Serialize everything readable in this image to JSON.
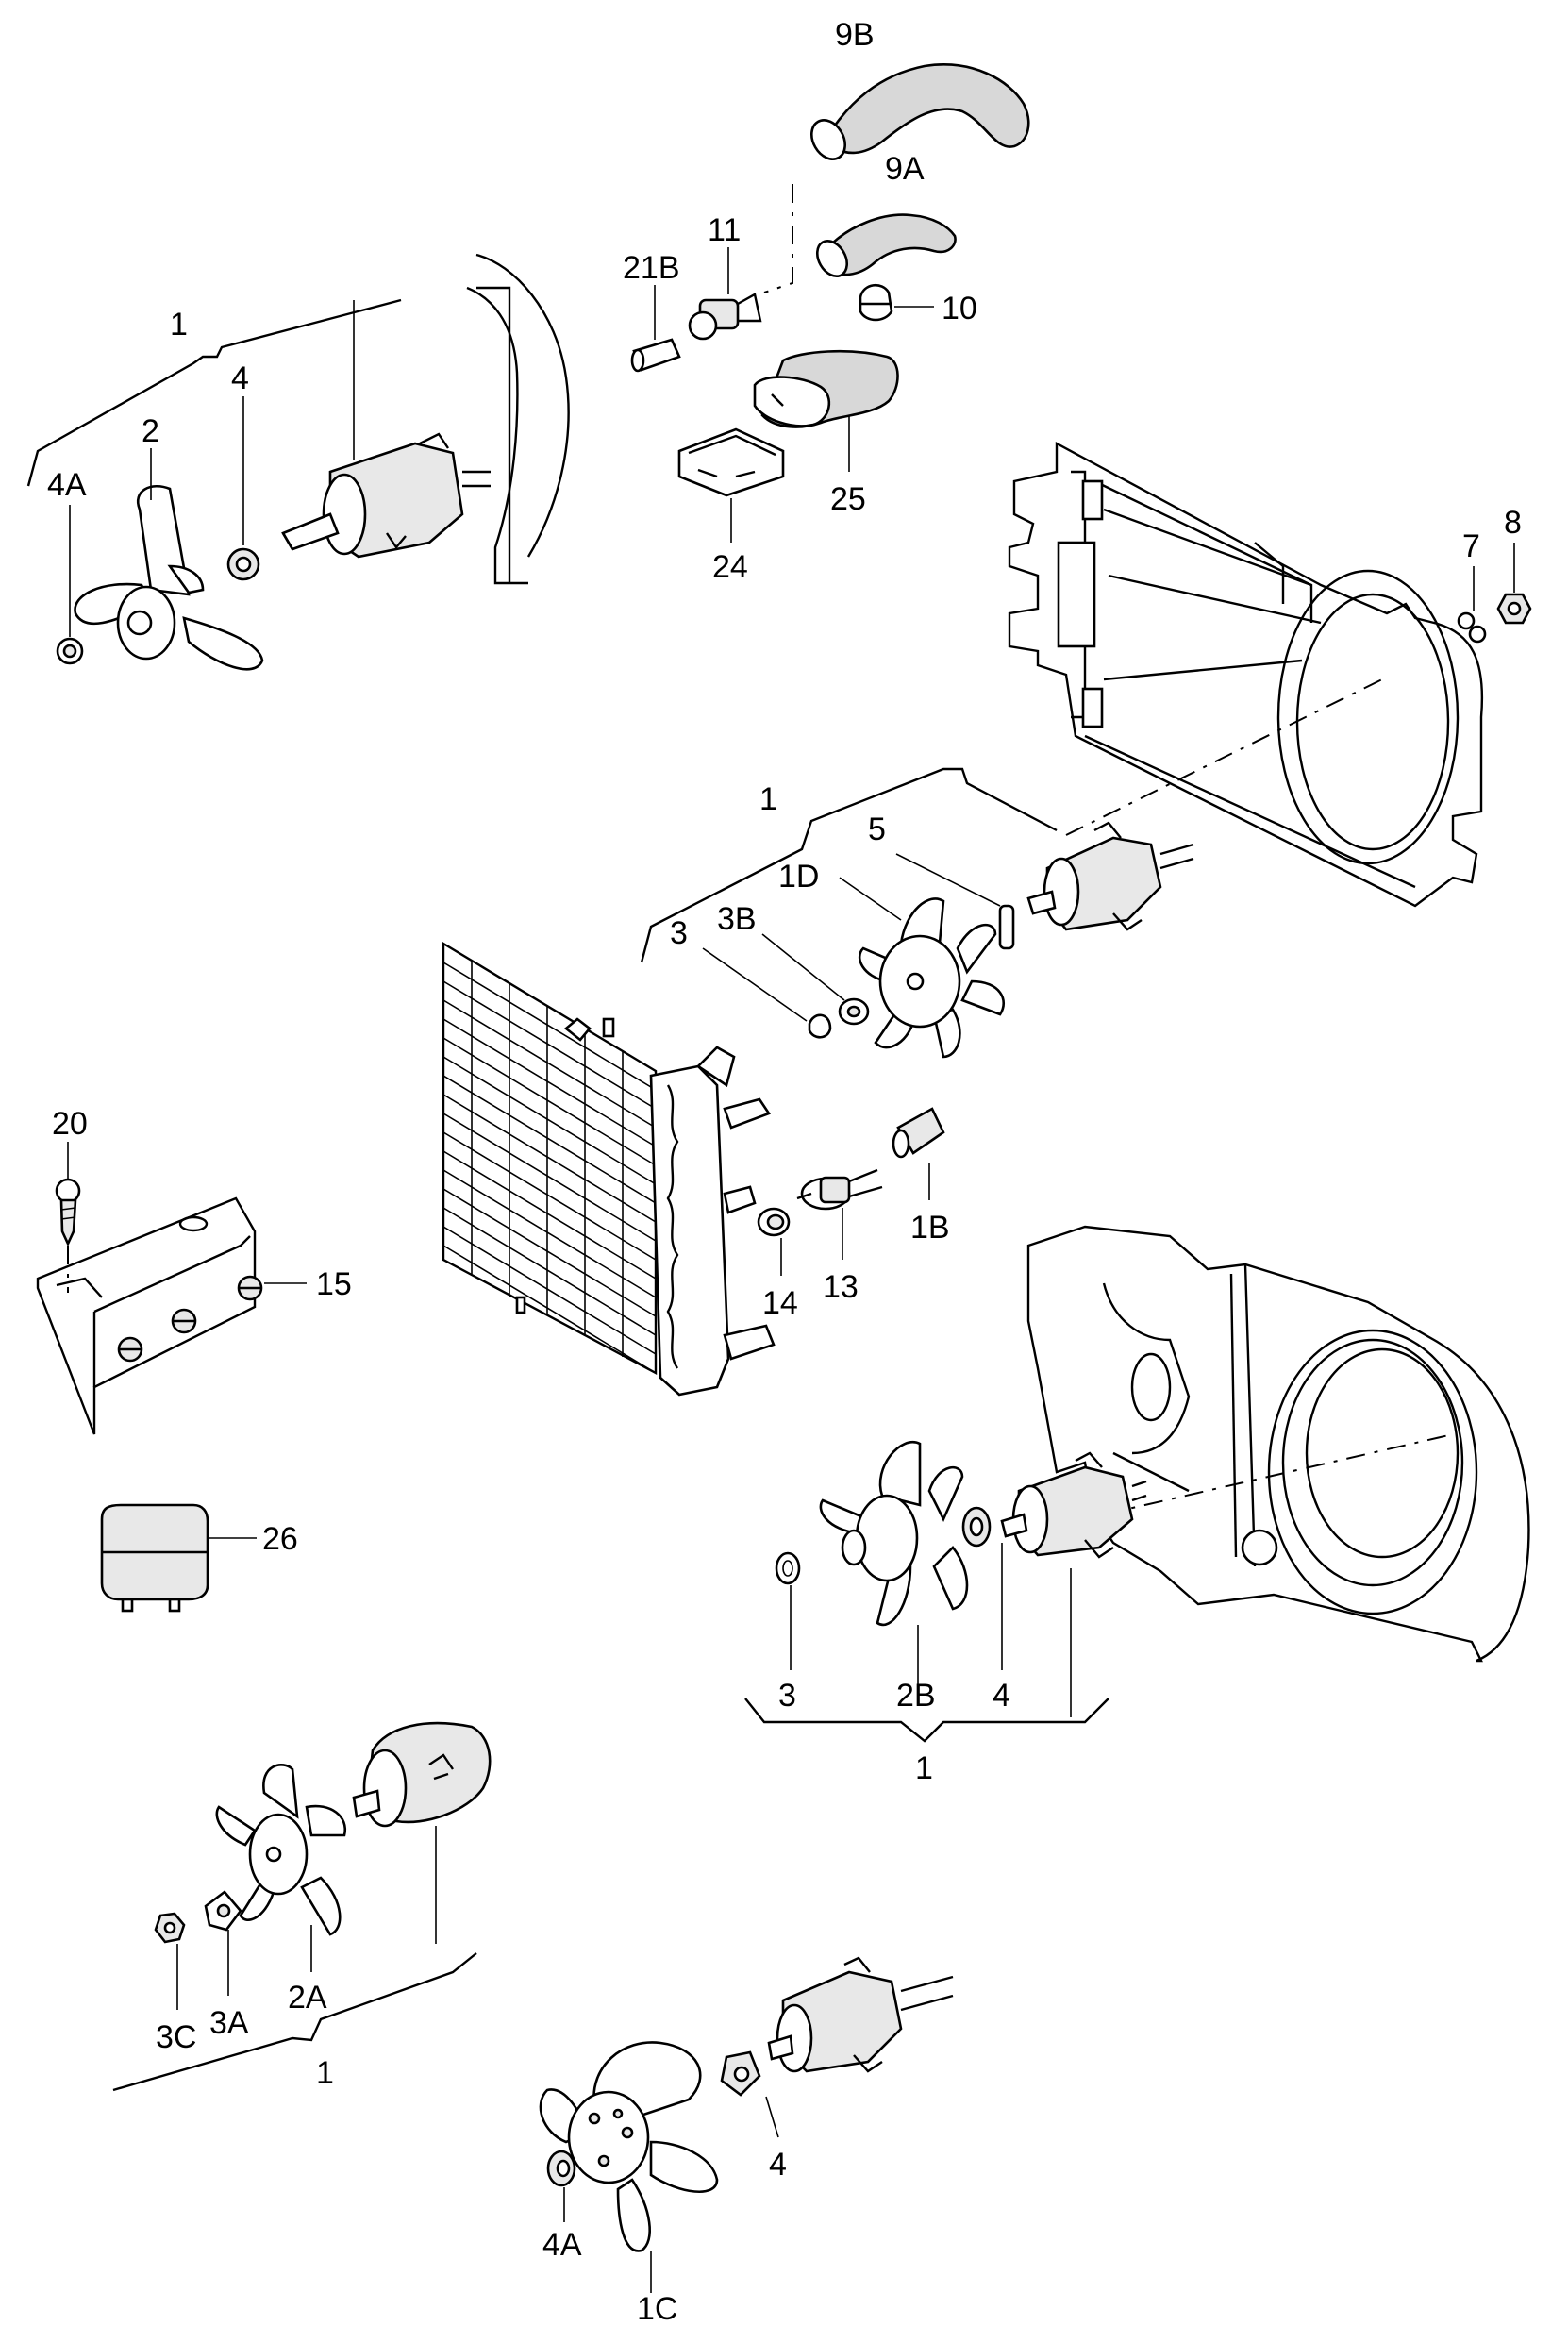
{
  "labels": {
    "l_9B": "9B",
    "l_9A": "9A",
    "l_11": "11",
    "l_21B": "21B",
    "l_10": "10",
    "l_1_top": "1",
    "l_4_top": "4",
    "l_2": "2",
    "l_4A_top": "4A",
    "l_25": "25",
    "l_24": "24",
    "l_7": "7",
    "l_8": "8",
    "l_1_mid": "1",
    "l_5": "5",
    "l_1D": "1D",
    "l_3B": "3B",
    "l_3_mid": "3",
    "l_20": "20",
    "l_15": "15",
    "l_1B": "1B",
    "l_13": "13",
    "l_14": "14",
    "l_26": "26",
    "l_3_low": "3",
    "l_2B": "2B",
    "l_4_low": "4",
    "l_1_low": "1",
    "l_3C": "3C",
    "l_3A": "3A",
    "l_2A": "2A",
    "l_1_bl": "1",
    "l_4_bot": "4",
    "l_4A_bot": "4A",
    "l_1C": "1C"
  }
}
